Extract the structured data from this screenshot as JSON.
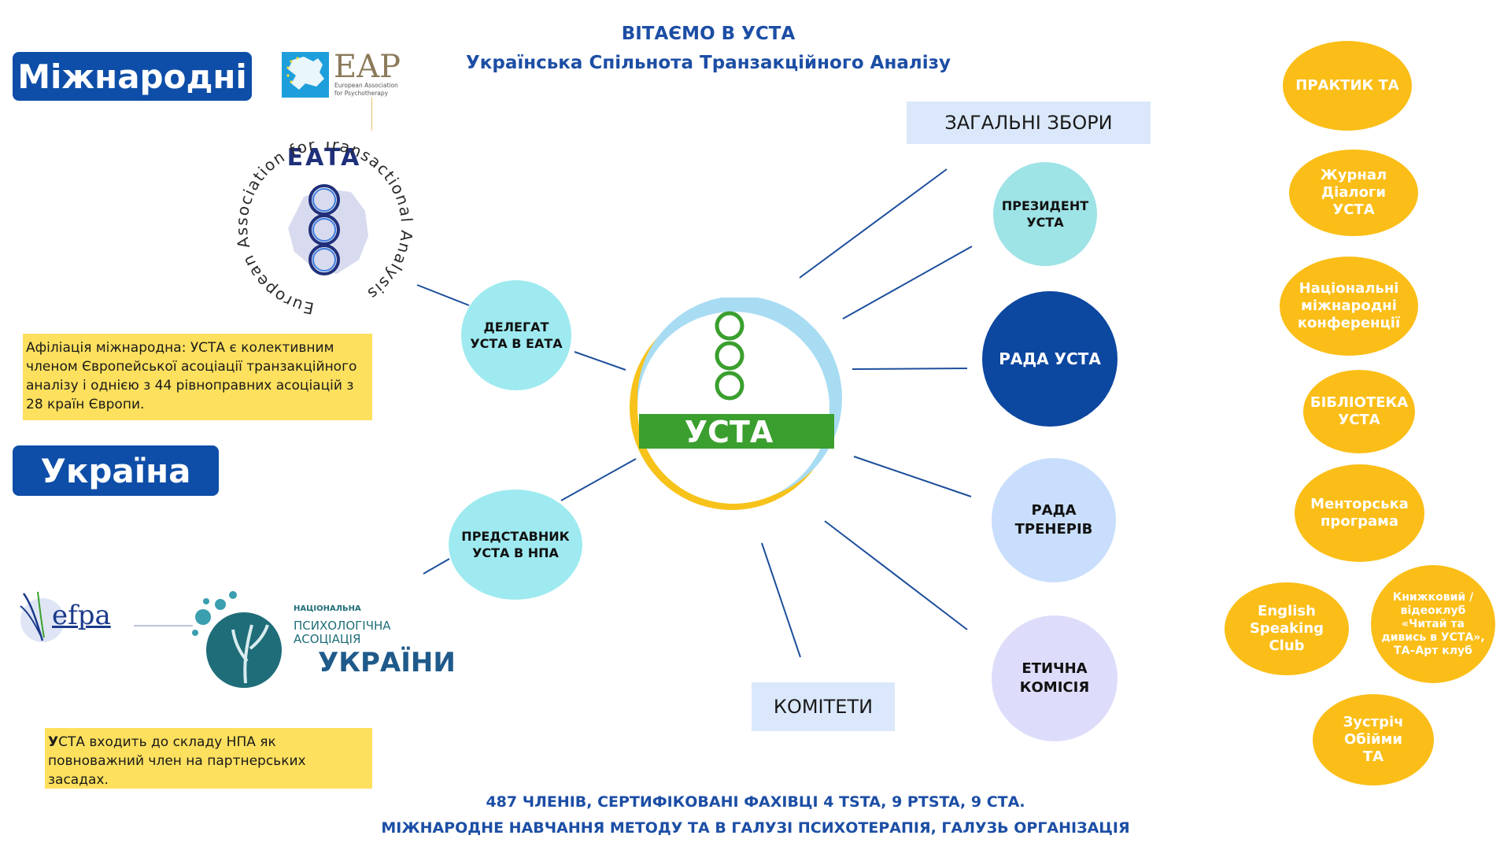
{
  "header": {
    "welcome": "ВІТАЄМО В УСТА",
    "subtitle": "Українська Спільнота Транзакційного Аналізу"
  },
  "sections": {
    "international": "Міжнародні",
    "ukraine": "Україна"
  },
  "logos": {
    "eap_abbr": "EAP",
    "eap_line1": "European Association",
    "eap_line2": "for Psychotherapy",
    "eata_abbr": "EATA",
    "eata_ring": "European Association for Transactional Analysis",
    "efpa": "efpa",
    "npa_small": "НАЦІОНАЛЬНА",
    "npa_line1": "ПСИХОЛОГІЧНА",
    "npa_line2": "АСОЦІАЦІЯ",
    "npa_big": "УКРАЇНИ",
    "usta_center": "УСТА"
  },
  "notes": {
    "eata_affiliation": "Афіліація міжнародна: УСТА є колективним членом Європейської асоціації транзакційного аналізу і однією з 44 рівноправних асоціацій з 28 країн Європи.",
    "npa_member_bold": "У",
    "npa_member_rest": "СТА входить до складу НПА  як повноважний член на партнерських засадах."
  },
  "left_nodes": {
    "delegate": "ДЕЛЕГАТ УСТА В ЕАТА",
    "npa_rep": "ПРЕДСТАВНИК УСТА В НПА"
  },
  "boxes": {
    "general_meeting": "ЗАГАЛЬНІ ЗБОРИ",
    "committees": "КОМІТЕТИ"
  },
  "right_nodes": {
    "president": "ПРЕЗИДЕНТ УСТА",
    "council": "РАДА УСТА",
    "trainers": "РАДА ТРЕНЕРІВ",
    "ethics": "ЕТИЧНА КОМІСІЯ"
  },
  "projects": {
    "practitioner": "ПРАКТИК ТА",
    "journal": "Журнал Діалоги УСТА",
    "conferences": "Національні міжнародні конференції",
    "library": "БІБЛІОТЕКА УСТА",
    "mentoring": "Менторська програма",
    "english": "English Speaking Club",
    "bookclub": "Книжковий / відеоклуб «Читай та дивись в УСТА», ТА–Арт клуб",
    "meeting": "Зустріч Обійми ТА"
  },
  "footer": {
    "line1": "487 ЧЛЕНІВ, СЕРТИФІКОВАНІ ФАХІВЦІ 4 TSTA, 9 PTSTA, 9 СТА.",
    "line2": "МІЖНАРОДНЕ НАВЧАННЯ МЕТОДУ ТА В ГАЛУЗІ ПСИХОТЕРАПІЯ, ГАЛУЗЬ ОРГАНІЗАЦІЯ"
  },
  "colors": {
    "brand_blue": "#0e4ea8",
    "gold": "#fbbe18",
    "green": "#3a9f2e",
    "light_cyan": "#9eeaf0",
    "light_blue": "#c8defc",
    "lavender": "#ddddfb",
    "note_yellow": "#fde05e"
  },
  "icons": {
    "eap_logo": "europe-map-logo",
    "eata_logo": "eata-rings-logo",
    "efpa_logo": "efpa-leaf-logo",
    "npa_logo": "npa-plant-logo",
    "usta_logo": "usta-crescent-logo"
  }
}
